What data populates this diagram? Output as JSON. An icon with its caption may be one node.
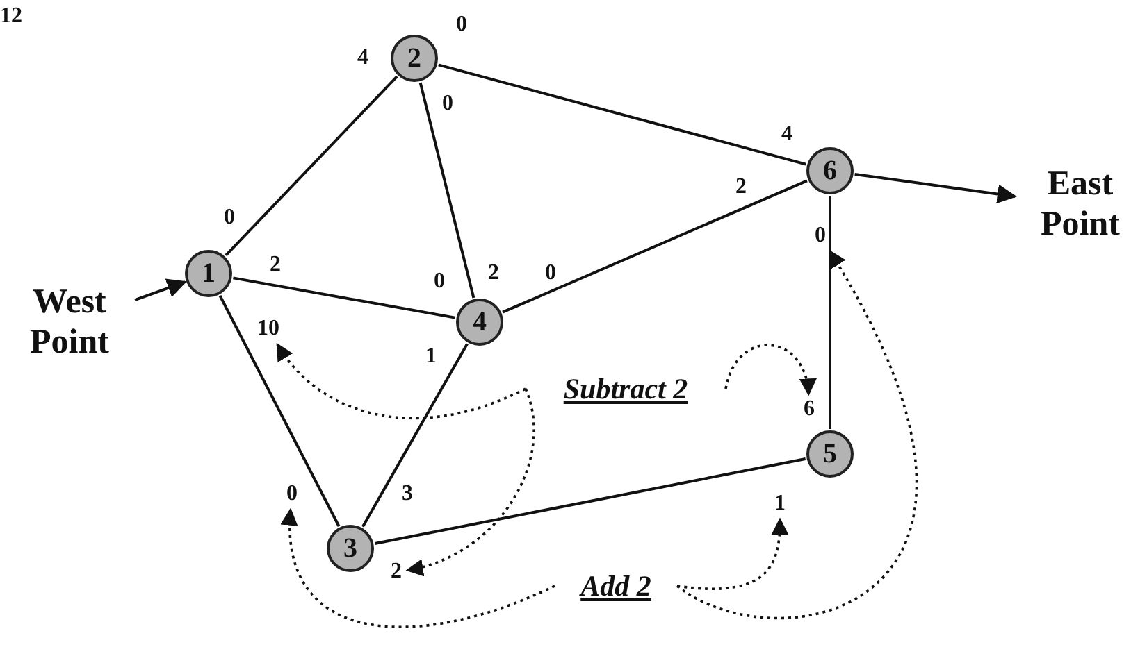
{
  "diagram": {
    "nodes": [
      {
        "text": [
          "West Point"
        ]
      },
      {
        "text": [
          "1"
        ]
      },
      {
        "text": [
          "2"
        ]
      },
      {
        "text": [
          "3"
        ]
      },
      {
        "text": [
          "4"
        ]
      },
      {
        "text": [
          "5"
        ]
      },
      {
        "text": [
          "6"
        ]
      },
      {
        "text": [
          "East Point"
        ]
      },
      {
        "text": [
          "Subtract 2"
        ]
      },
      {
        "text": [
          "Add 2"
        ]
      },
      {
        "text": [
          "10"
        ]
      },
      {
        "text": [
          "6"
        ]
      },
      {
        "text": [
          "2"
        ]
      },
      {
        "text": [
          "0"
        ]
      },
      {
        "text": [
          "1"
        ]
      },
      {
        "text": [
          "0"
        ]
      }
    ],
    "edges": [
      {
        "from": 0,
        "to": 1,
        "arrow": "to"
      },
      {
        "from": 1,
        "to": 2,
        "arrow": "none"
      },
      {
        "from": 2,
        "to": 6,
        "arrow": "none"
      },
      {
        "from": 2,
        "to": 4,
        "arrow": "none"
      },
      {
        "from": 1,
        "to": 4,
        "arrow": "none"
      },
      {
        "from": 4,
        "to": 6,
        "arrow": "none"
      },
      {
        "from": 1,
        "to": 3,
        "arrow": "none"
      },
      {
        "from": 4,
        "to": 3,
        "arrow": "none"
      },
      {
        "from": 3,
        "to": 5,
        "arrow": "none"
      },
      {
        "from": 6,
        "to": 5,
        "arrow": "none"
      },
      {
        "from": 6,
        "to": 7,
        "arrow": "to"
      },
      {
        "from": 8,
        "to": 10,
        "arrow": "to",
        "style": "dashed"
      },
      {
        "from": 8,
        "to": 11,
        "arrow": "to",
        "style": "dashed"
      },
      {
        "from": 8,
        "to": 12,
        "arrow": "to",
        "style": "dashed"
      },
      {
        "from": 9,
        "to": 13,
        "arrow": "to",
        "style": "dashed"
      },
      {
        "from": 9,
        "to": 14,
        "arrow": "to",
        "style": "dashed"
      },
      {
        "from": 9,
        "to": 15,
        "arrow": "to",
        "style": "dashed"
      }
    ],
    "labels": [
      "12",
      "0",
      "4",
      "0",
      "0",
      "4",
      "2",
      "2",
      "0",
      "2",
      "0",
      "1",
      "3"
    ]
  }
}
